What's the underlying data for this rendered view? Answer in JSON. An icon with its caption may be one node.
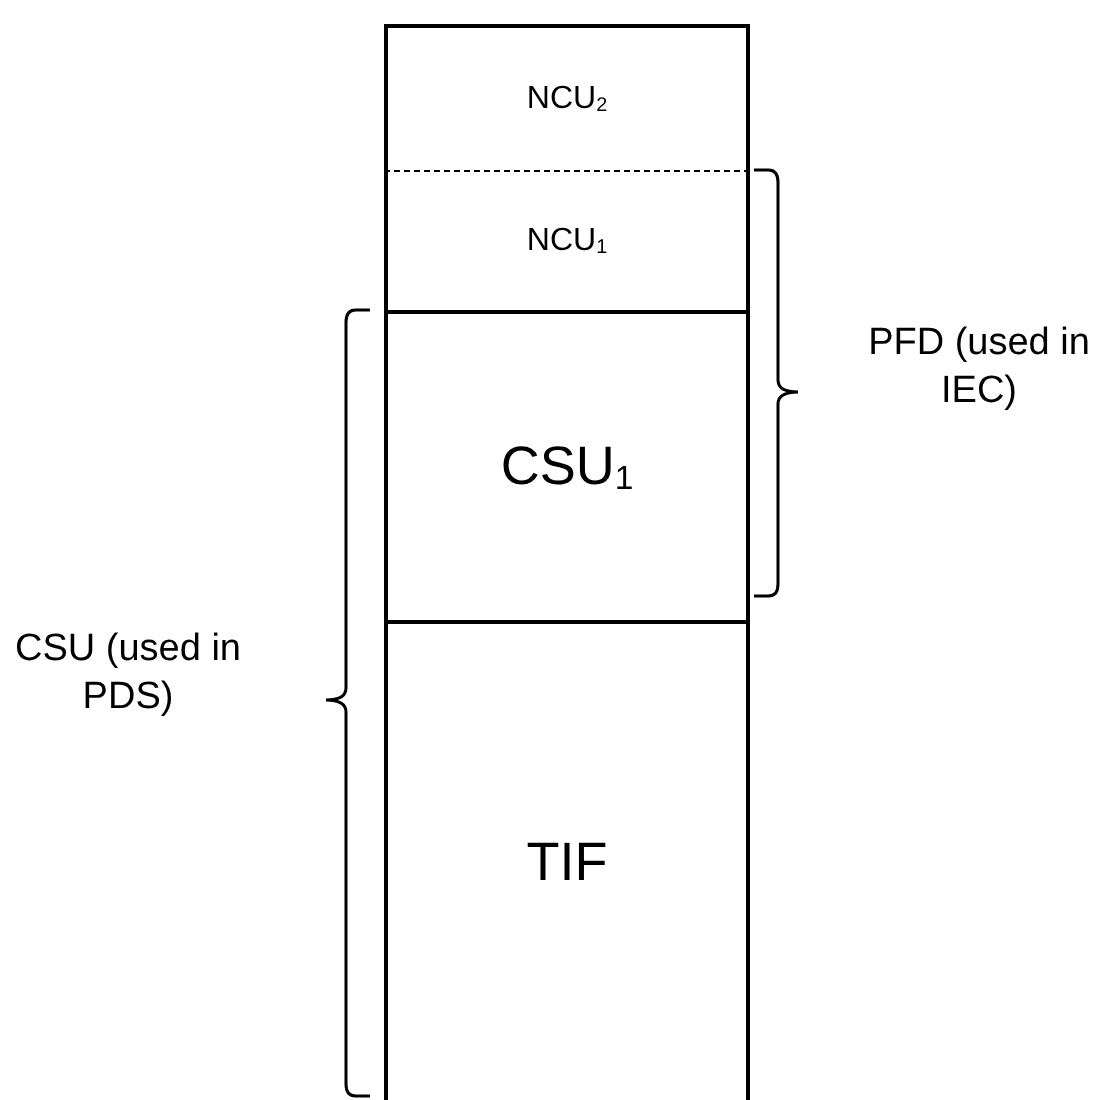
{
  "diagram": {
    "nodes": [
      {
        "text": [
          "NCU$_{2}$"
        ]
      },
      {
        "text": [
          "NCU$_{1}$"
        ]
      },
      {
        "text": [
          "CSU$_{1}$"
        ]
      },
      {
        "text": [
          "TIF"
        ]
      }
    ],
    "labels": [
      "PFD (used in IEC)",
      "CSU (used in PDS)"
    ]
  }
}
